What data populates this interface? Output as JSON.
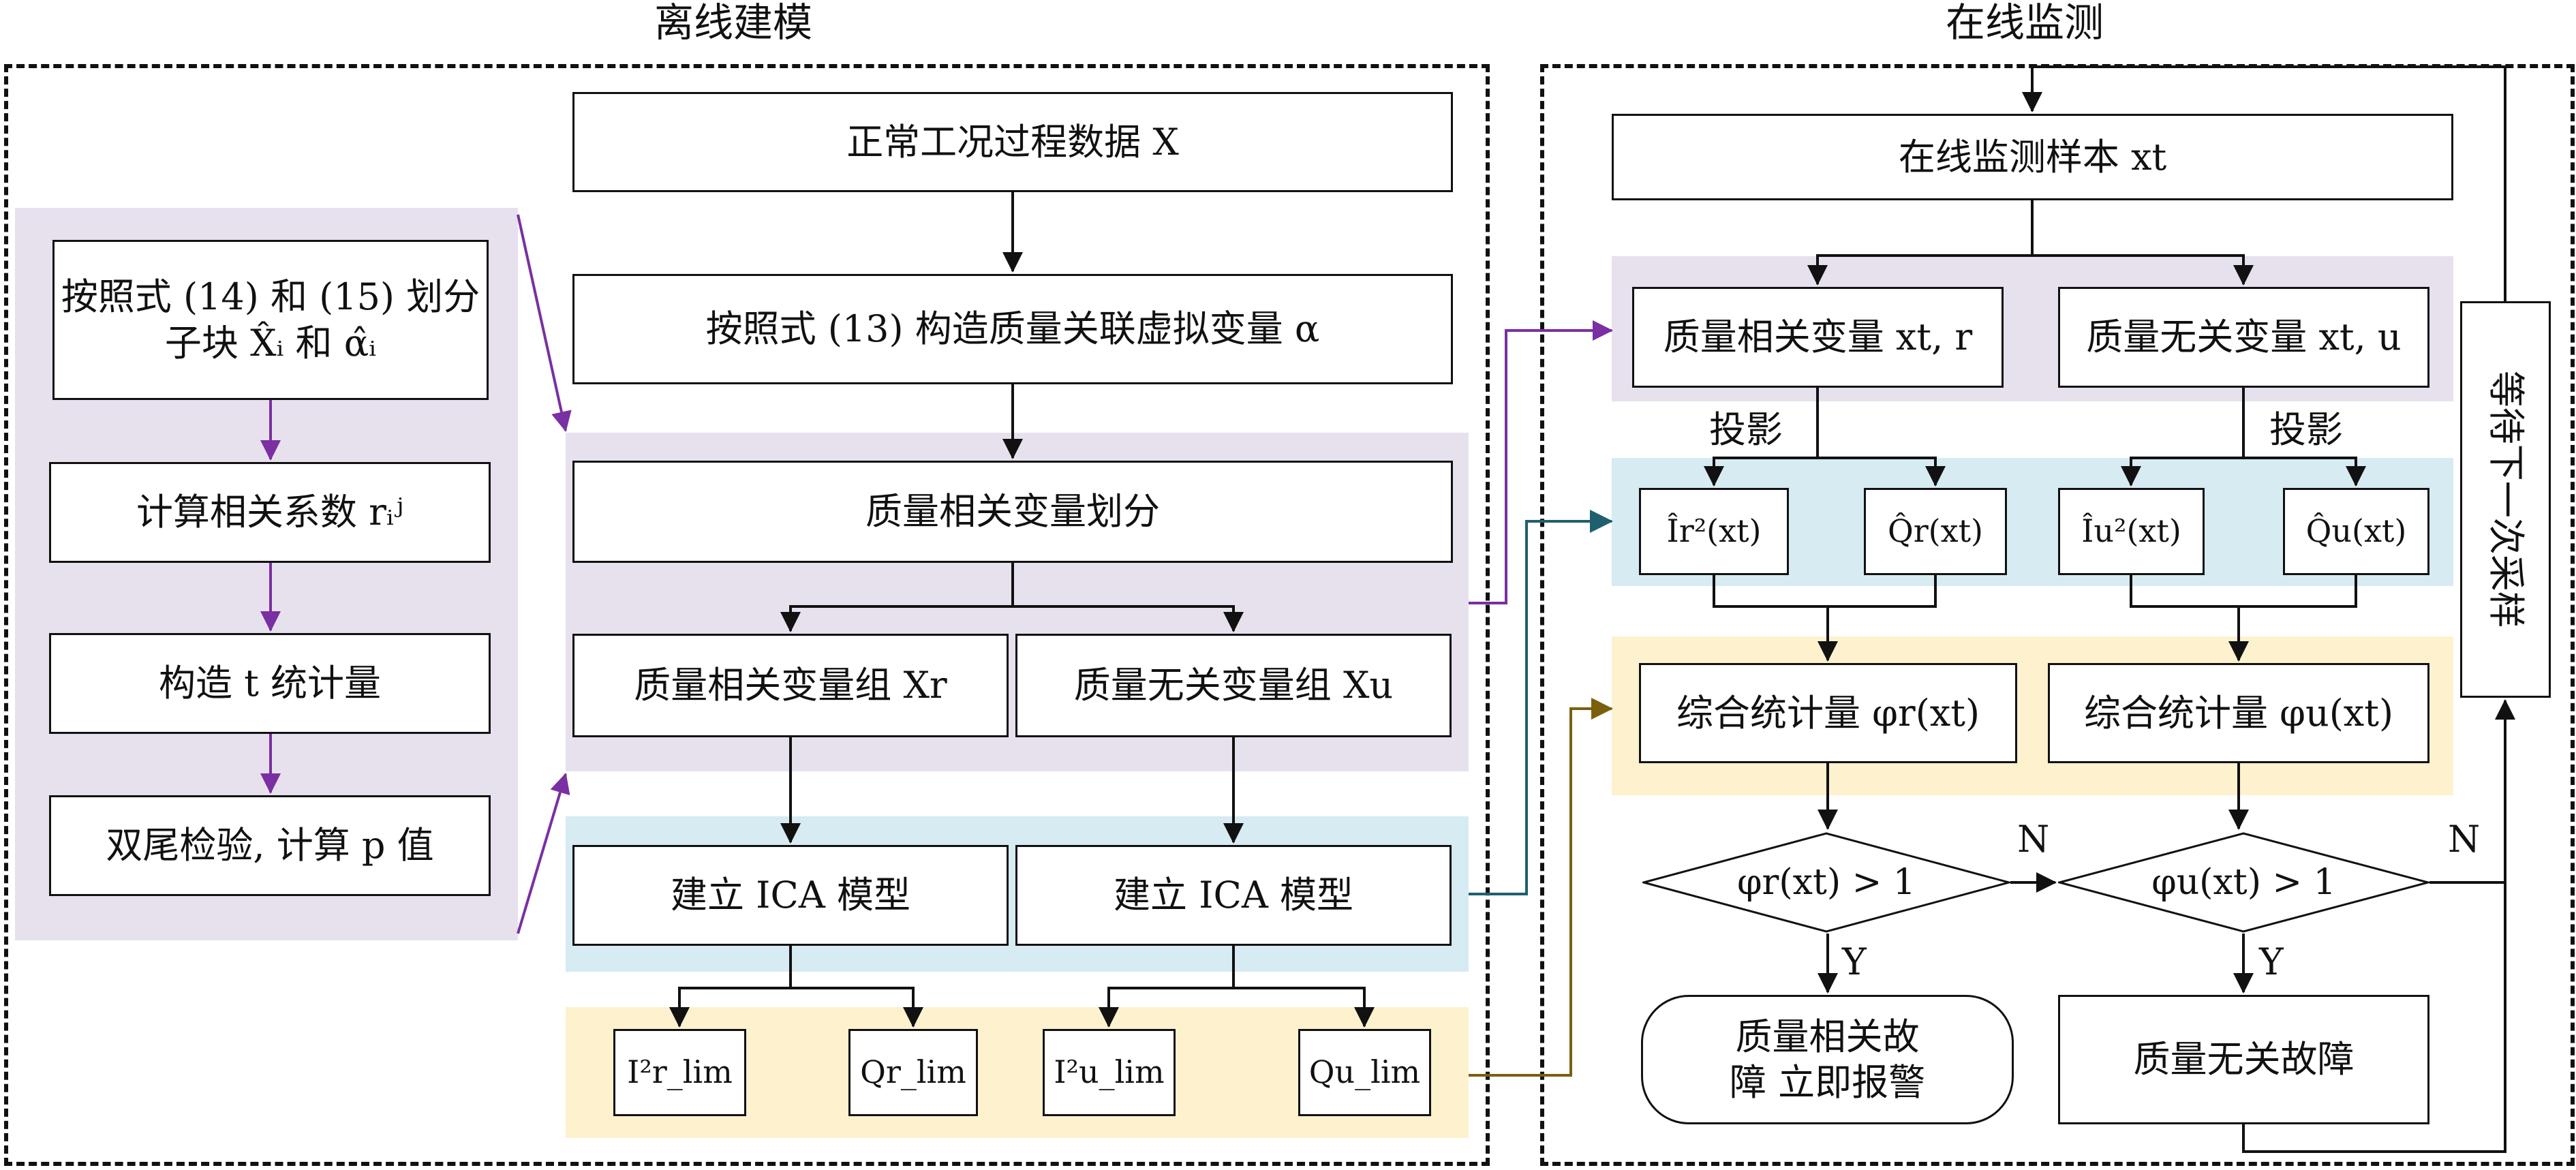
{
  "sections": {
    "offline_title": "离线建模",
    "online_title": "在线监测"
  },
  "offline": {
    "side_steps": [
      "按照式 (14) 和 (15) 划分子块 X̂ᵢ 和 α̂ᵢ",
      "计算相关系数 rᵢʲ",
      "构造 t 统计量",
      "双尾检验, 计算 p 值"
    ],
    "normal_data": "正常工况过程数据 X",
    "construct_alpha": "按照式 (13) 构造质量关联虚拟变量 α",
    "partition": "质量相关变量划分",
    "group_related": "质量相关变量组 Xr",
    "group_unrelated": "质量无关变量组 Xu",
    "ica_related": "建立 ICA 模型",
    "ica_unrelated": "建立 ICA 模型",
    "limits": [
      "I²r_lim",
      "Qr_lim",
      "I²u_lim",
      "Qu_lim"
    ]
  },
  "online": {
    "sample": "在线监测样本 xt",
    "related_vars": "质量相关变量 xt, r",
    "unrelated_vars": "质量无关变量 xt, u",
    "projection_left": "投影",
    "projection_right": "投影",
    "stats": [
      "Îr²(xt)",
      "Q̂r(xt)",
      "Îu²(xt)",
      "Q̂u(xt)"
    ],
    "composite_related": "综合统计量 φr(xt)",
    "composite_unrelated": "综合统计量 φu(xt)",
    "decision_related": "φr(xt) > 1",
    "decision_unrelated": "φu(xt) > 1",
    "label_n1": "N",
    "label_n2": "N",
    "label_y1": "Y",
    "label_y2": "Y",
    "fault_related": "质量相关故障 立即报警",
    "fault_unrelated": "质量无关故障",
    "wait_next": "等待下一次采样"
  },
  "colors": {
    "lavender_band": "#e6e1ed",
    "blue_band": "#d6ebf2",
    "yellow_band": "#fdf1ce",
    "purple_arrow": "#7a2fa2",
    "teal_arrow": "#1f5f6e",
    "olive_arrow": "#7a5f0f",
    "line": "#111111"
  }
}
